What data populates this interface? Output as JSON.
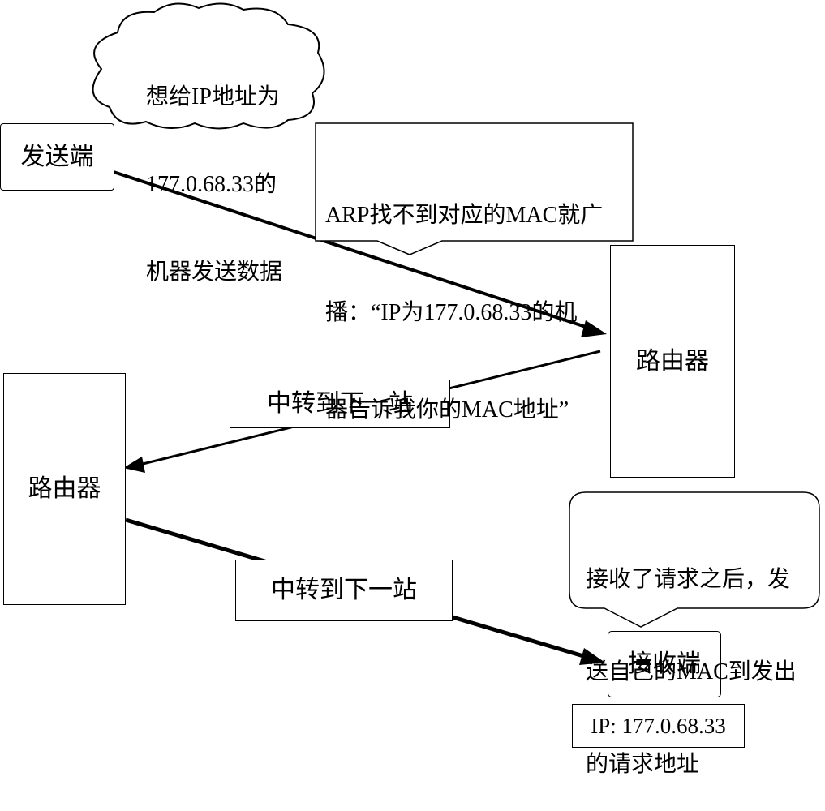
{
  "sender": {
    "label": "发送端"
  },
  "thought_cloud": {
    "lines": [
      "想给IP地址为",
      "177.0.68.33的",
      "机器发送数据"
    ]
  },
  "arp_callout": {
    "lines": [
      "ARP找不到对应的MAC就广",
      "播：“IP为177.0.68.33的机",
      "器告诉我你的MAC地址”"
    ]
  },
  "router_right": {
    "label": "路由器"
  },
  "router_left": {
    "label": "路由器"
  },
  "relay_label_upper": {
    "label": "中转到下一站"
  },
  "relay_label_lower": {
    "label": "中转到下一站"
  },
  "receiver_callout": {
    "lines": [
      "接收了请求之后，发",
      "送自己的MAC到发出",
      "的请求地址"
    ]
  },
  "receiver": {
    "label": "接收端"
  },
  "receiver_ip": {
    "label": "IP: 177.0.68.33"
  }
}
